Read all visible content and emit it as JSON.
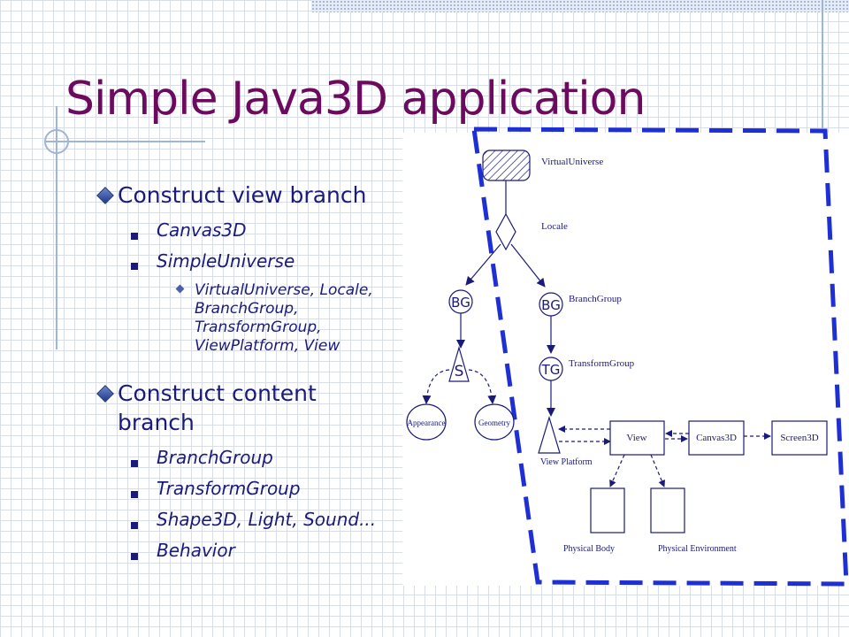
{
  "slide": {
    "title": "Simple Java3D application"
  },
  "bullets": {
    "view_branch": {
      "label": "Construct view branch",
      "items": [
        "Canvas3D",
        "SimpleUniverse"
      ],
      "subitem": {
        "line1": "VirtualUniverse, Locale,",
        "line2": "BranchGroup,",
        "line3": "TransformGroup,",
        "line4": "ViewPlatform, View"
      }
    },
    "content_branch": {
      "label_line1": "Construct content",
      "label_line2": "branch",
      "items": [
        "BranchGroup",
        "TransformGroup",
        "Shape3D, Light, Sound...",
        "Behavior"
      ]
    }
  },
  "diagram": {
    "labels": {
      "virtual_universe": "VirtualUniverse",
      "locale": "Locale",
      "branch_group": "BranchGroup",
      "transform_group": "TransformGroup",
      "view_platform": "View Platform",
      "physical_body": "Physical Body",
      "physical_environment": "Physical Environment"
    },
    "nodes": {
      "bg_left": "BG",
      "bg_right": "BG",
      "tg": "TG",
      "shape": "S",
      "appearance": "Appearance",
      "geometry": "Geometry",
      "view": "View",
      "canvas3d": "Canvas3D",
      "screen3d": "Screen3D"
    },
    "colors": {
      "ink": "#1a1a7a",
      "dashed_border": "#1f2fd6",
      "title": "#6b0a5e"
    }
  }
}
